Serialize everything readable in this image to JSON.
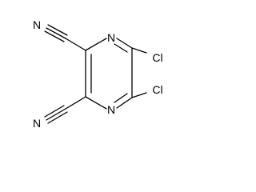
{
  "structure": {
    "atoms": {
      "nitrile_n_top": "N",
      "nitrile_n_bottom": "N",
      "ring_n_top": "N",
      "ring_n_bottom": "N",
      "cl_top": "Cl",
      "cl_bottom": "Cl"
    },
    "colors": {
      "bond": "#000000",
      "label": "#000000",
      "background": "#ffffff"
    }
  }
}
